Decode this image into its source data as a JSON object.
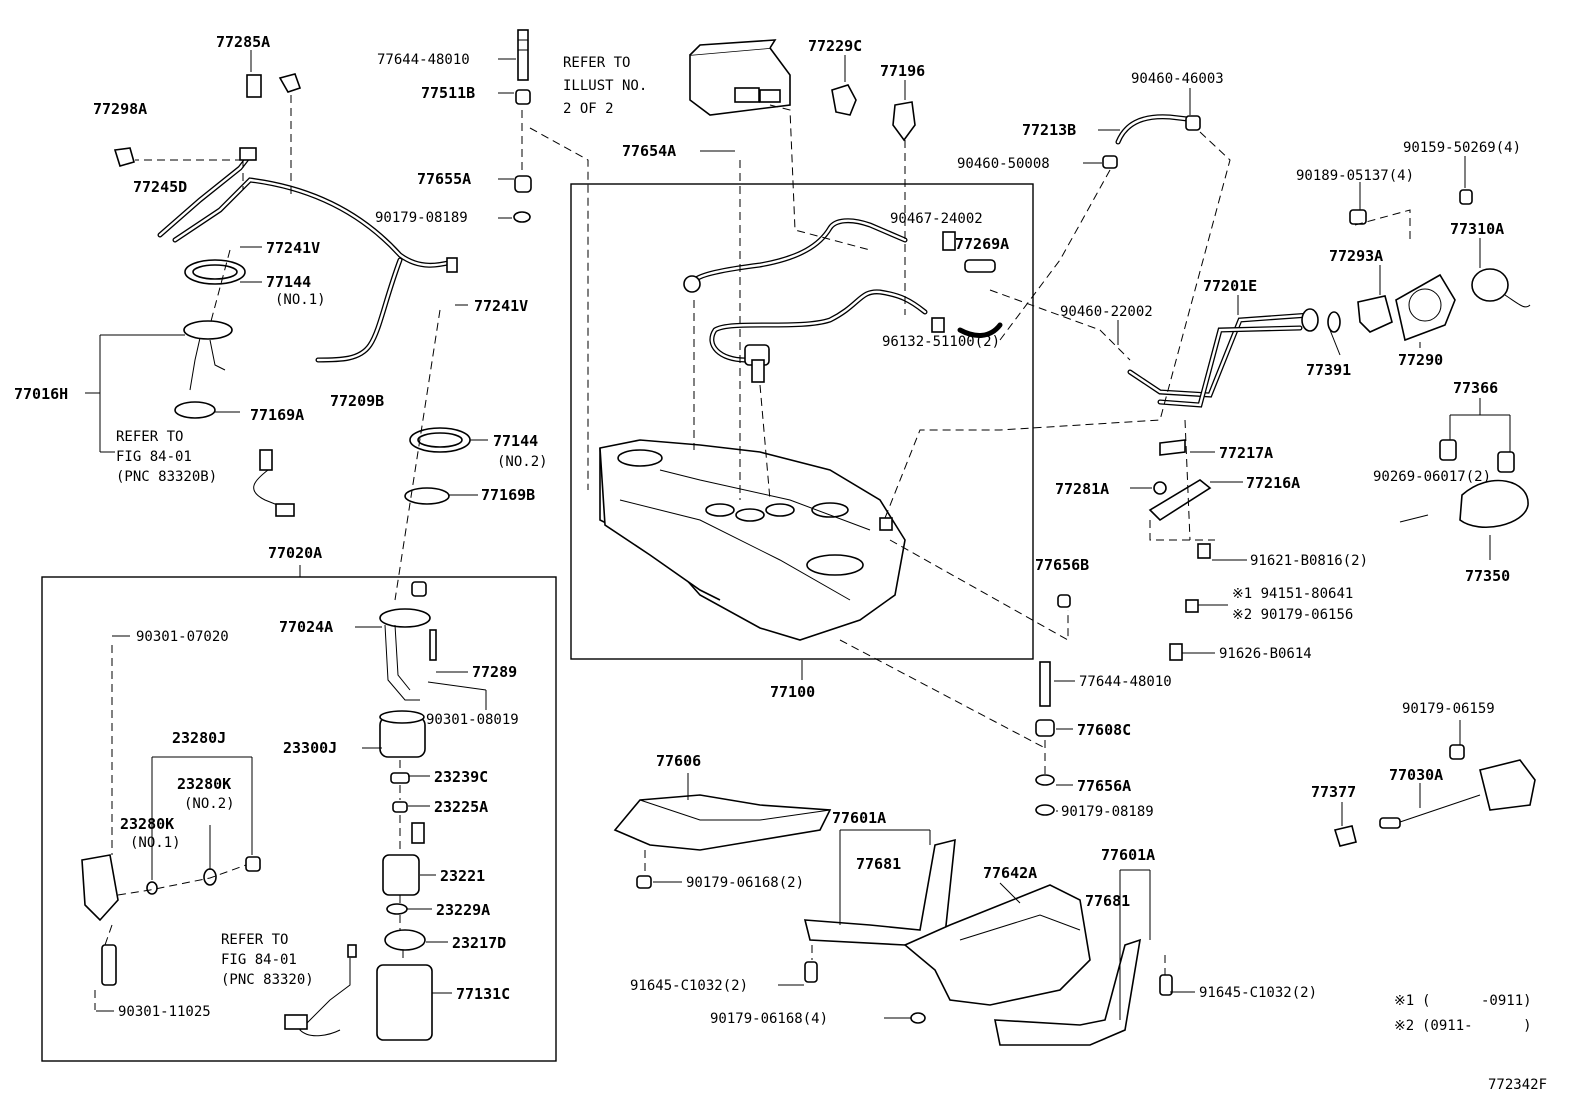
{
  "diagram_code": "772342F",
  "tank_label": "77100",
  "pump_group_label": "77020A",
  "notes": [
    {
      "mark": "※1",
      "text": "(      -0911)"
    },
    {
      "mark": "※2",
      "text": "(0911-      )"
    }
  ],
  "callouts": [
    {
      "id": "c1",
      "text": "77285A"
    },
    {
      "id": "c2",
      "text": "77298A"
    },
    {
      "id": "c3",
      "text": "77245D"
    },
    {
      "id": "c4",
      "text": "77241V"
    },
    {
      "id": "c5",
      "text": "77144"
    },
    {
      "id": "c6",
      "text": "(NO.1)"
    },
    {
      "id": "c7",
      "text": "77016H"
    },
    {
      "id": "c8",
      "text": "77169A"
    },
    {
      "id": "c9",
      "text": "77209B"
    },
    {
      "id": "c10",
      "text": "REFER TO"
    },
    {
      "id": "c11",
      "text": "FIG 84-01"
    },
    {
      "id": "c12",
      "text": "(PNC 83320B)"
    },
    {
      "id": "c13",
      "text": "77644-48010"
    },
    {
      "id": "c14",
      "text": "77511B"
    },
    {
      "id": "c15",
      "text": "77655A"
    },
    {
      "id": "c16",
      "text": "90179-08189"
    },
    {
      "id": "c17",
      "text": "REFER TO"
    },
    {
      "id": "c18",
      "text": "ILLUST NO."
    },
    {
      "id": "c19",
      "text": "2 OF 2"
    },
    {
      "id": "c20",
      "text": "77654A"
    },
    {
      "id": "c21",
      "text": "77229C"
    },
    {
      "id": "c22",
      "text": "77196"
    },
    {
      "id": "c23",
      "text": "90467-24002"
    },
    {
      "id": "c24",
      "text": "77269A"
    },
    {
      "id": "c25",
      "text": "96132-51100(2)"
    },
    {
      "id": "c26",
      "text": "77241V"
    },
    {
      "id": "c27",
      "text": "77144"
    },
    {
      "id": "c28",
      "text": "(NO.2)"
    },
    {
      "id": "c29",
      "text": "77169B"
    },
    {
      "id": "c30",
      "text": "90460-46003"
    },
    {
      "id": "c31",
      "text": "77213B"
    },
    {
      "id": "c32",
      "text": "90460-50008"
    },
    {
      "id": "c33",
      "text": "90159-50269(4)"
    },
    {
      "id": "c34",
      "text": "90189-05137(4)"
    },
    {
      "id": "c35",
      "text": "77293A"
    },
    {
      "id": "c36",
      "text": "77310A"
    },
    {
      "id": "c37",
      "text": "90460-22002"
    },
    {
      "id": "c38",
      "text": "77201E"
    },
    {
      "id": "c39",
      "text": "77391"
    },
    {
      "id": "c40",
      "text": "77290"
    },
    {
      "id": "c41",
      "text": "77366"
    },
    {
      "id": "c42",
      "text": "77217A"
    },
    {
      "id": "c43",
      "text": "77281A"
    },
    {
      "id": "c44",
      "text": "77216A"
    },
    {
      "id": "c45",
      "text": "90269-06017(2)"
    },
    {
      "id": "c46",
      "text": "91621-B0816(2)"
    },
    {
      "id": "c47",
      "text": "77350"
    },
    {
      "id": "c48",
      "text": "77656B"
    },
    {
      "id": "c49",
      "text": "※1 94151-80641"
    },
    {
      "id": "c50",
      "text": "※2 90179-06156"
    },
    {
      "id": "c51",
      "text": "91626-B0614"
    },
    {
      "id": "c52",
      "text": "77644-48010"
    },
    {
      "id": "c53",
      "text": "77608C"
    },
    {
      "id": "c54",
      "text": "77656A"
    },
    {
      "id": "c55",
      "text": "90179-08189"
    },
    {
      "id": "c56",
      "text": "90179-06159"
    },
    {
      "id": "c57",
      "text": "77030A"
    },
    {
      "id": "c58",
      "text": "77377"
    },
    {
      "id": "c59",
      "text": "77024A"
    },
    {
      "id": "c60",
      "text": "77289"
    },
    {
      "id": "c61",
      "text": "90301-08019"
    },
    {
      "id": "c62",
      "text": "90301-07020"
    },
    {
      "id": "c63",
      "text": "23280J"
    },
    {
      "id": "c64",
      "text": "23300J"
    },
    {
      "id": "c65",
      "text": "23280K"
    },
    {
      "id": "c66",
      "text": "(NO.2)"
    },
    {
      "id": "c67",
      "text": "23239C"
    },
    {
      "id": "c68",
      "text": "23280K"
    },
    {
      "id": "c69",
      "text": "(NO.1)"
    },
    {
      "id": "c70",
      "text": "23225A"
    },
    {
      "id": "c71",
      "text": "23221"
    },
    {
      "id": "c72",
      "text": "23229A"
    },
    {
      "id": "c73",
      "text": "REFER TO"
    },
    {
      "id": "c74",
      "text": "FIG 84-01"
    },
    {
      "id": "c75",
      "text": "(PNC 83320)"
    },
    {
      "id": "c76",
      "text": "23217D"
    },
    {
      "id": "c77",
      "text": "77131C"
    },
    {
      "id": "c78",
      "text": "90301-11025"
    },
    {
      "id": "c79",
      "text": "77606"
    },
    {
      "id": "c80",
      "text": "90179-06168(2)"
    },
    {
      "id": "c81",
      "text": "77601A"
    },
    {
      "id": "c82",
      "text": "77681"
    },
    {
      "id": "c83",
      "text": "77642A"
    },
    {
      "id": "c84",
      "text": "77601A"
    },
    {
      "id": "c85",
      "text": "77681"
    },
    {
      "id": "c86",
      "text": "91645-C1032(2)"
    },
    {
      "id": "c87",
      "text": "91645-C1032(2)"
    },
    {
      "id": "c88",
      "text": "90179-06168(4)"
    }
  ]
}
